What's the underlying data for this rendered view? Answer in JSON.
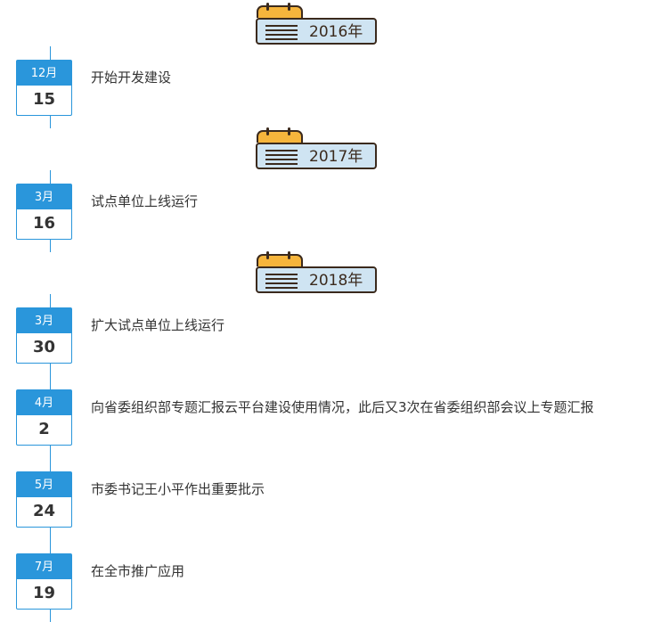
{
  "years": [
    {
      "label": "2016年"
    },
    {
      "label": "2017年"
    },
    {
      "label": "2018年"
    }
  ],
  "events": [
    {
      "month": "12月",
      "day": "15",
      "text": "开始开发建设"
    },
    {
      "month": "3月",
      "day": "16",
      "text": "试点单位上线运行"
    },
    {
      "month": "3月",
      "day": "30",
      "text": "扩大试点单位上线运行"
    },
    {
      "month": "4月",
      "day": "2",
      "text": "向省委组织部专题汇报云平台建设使用情况，此后又3次在省委组织部会议上专题汇报"
    },
    {
      "month": "5月",
      "day": "24",
      "text": "市委书记王小平作出重要批示"
    },
    {
      "month": "7月",
      "day": "19",
      "text": "在全市推广应用"
    }
  ],
  "colors": {
    "accent": "#2a96db",
    "calendar_tab": "#f6b53c",
    "calendar_body": "#cfe4f2",
    "calendar_outline": "#3b2a1d"
  }
}
